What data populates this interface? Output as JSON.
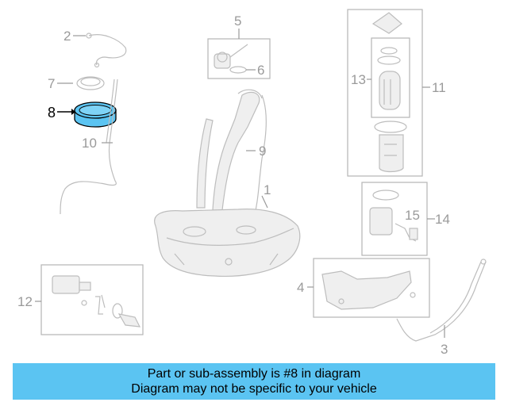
{
  "callouts": {
    "c1": "1",
    "c2": "2",
    "c3": "3",
    "c4": "4",
    "c5": "5",
    "c6": "6",
    "c7": "7",
    "c8": "8",
    "c9": "9",
    "c10": "10",
    "c11": "11",
    "c12": "12",
    "c13": "13",
    "c14": "14",
    "c15": "15"
  },
  "highlight_color": "#5bc4f2",
  "banner": {
    "line1": "Part or sub-assembly is #8 in diagram",
    "line2": "Diagram may not be specific to your vehicle"
  }
}
